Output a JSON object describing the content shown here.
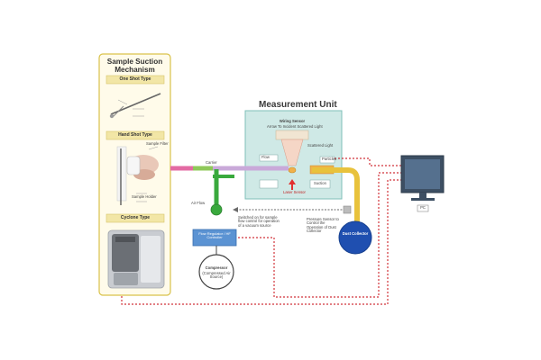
{
  "panel": {
    "title_line1": "Sample Suction",
    "title_line2": "Mechanism",
    "sections": [
      "One Shot Type",
      "Hand Shot Type",
      "Cyclone Type"
    ]
  },
  "measurement_unit": {
    "title": "Measurement Unit",
    "sensor_name": "Wiring Sensor",
    "sensor_sub": "Arrow To Incident Scattered Light",
    "scattered_light": "Scattered Light",
    "particles": "Particles",
    "flow": "Flow",
    "light_source": "Laser Sensor",
    "suction": "Suction"
  },
  "labels": {
    "hand_shot_filter": "Sample Filter",
    "sample_holder": "Sample Holder",
    "air_flow": "Air Flow",
    "filter_assembly": "Flow Regulator / HF Controller",
    "compressor": "Compressor",
    "compressor_sub": "(Compressed Air Source)",
    "dust_collector": "Dust Collector",
    "pc": "PC",
    "valve_note": "Switched on for sample flow control for operation of a vacuum source",
    "pressure_note": "Pressure Sensor to Control the Operation of Dust Collector",
    "carrier": "Carrier"
  },
  "colors": {
    "accent_yellow": "#f2e6a6",
    "panel_border": "#d9c24a",
    "unit_teal": "#cfe9e6",
    "unit_border": "#7fbfb8",
    "pipe_green": "#39a93d",
    "pipe_yellow": "#e8c23c",
    "pipe_pink": "#e36aa3",
    "signal_red": "#d1333a",
    "collector_blue": "#1f4fb0",
    "box_blue": "#5b93d3"
  }
}
